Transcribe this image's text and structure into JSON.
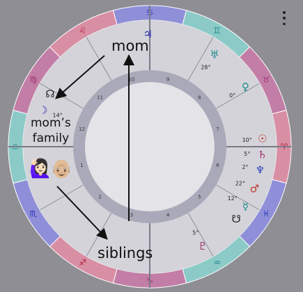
{
  "signs": [
    {
      "name": "Cancer",
      "glyph": "♋",
      "color": "#2b2bb8",
      "bg": "#8f8fd9",
      "from": 75,
      "to": 105
    },
    {
      "name": "Gemini",
      "glyph": "♊",
      "color": "#1f8c8c",
      "bg": "#8ccac7",
      "from": 45,
      "to": 75
    },
    {
      "name": "Taurus",
      "glyph": "♉",
      "color": "#a0306a",
      "bg": "#c27ea6",
      "from": 15,
      "to": 45
    },
    {
      "name": "Aries",
      "glyph": "♈",
      "color": "#b31e3a",
      "bg": "#d88ea3",
      "from": -15,
      "to": 15
    },
    {
      "name": "Pisces",
      "glyph": "♓",
      "color": "#2c3fb8",
      "bg": "#8f8fd9",
      "from": -45,
      "to": -15
    },
    {
      "name": "Aquarius",
      "glyph": "♒",
      "color": "#1f8c8c",
      "bg": "#8ccac7",
      "from": -75,
      "to": -45
    },
    {
      "name": "Capricorn",
      "glyph": "♑",
      "color": "#a0306a",
      "bg": "#c27ea6",
      "from": -105,
      "to": -75
    },
    {
      "name": "Sagittarius",
      "glyph": "♐",
      "color": "#b31e3a",
      "bg": "#d88ea3",
      "from": -135,
      "to": -105
    },
    {
      "name": "Scorpio",
      "glyph": "♏",
      "color": "#2b2bb8",
      "bg": "#8f8fd9",
      "from": -165,
      "to": -135
    },
    {
      "name": "Libra",
      "glyph": "♎",
      "color": "#1f8c8c",
      "bg": "#8ccac7",
      "from": 165,
      "to": 195
    },
    {
      "name": "Virgo",
      "glyph": "♍",
      "color": "#a0306a",
      "bg": "#c27ea6",
      "from": 135,
      "to": 165
    },
    {
      "name": "Leo",
      "glyph": "♌",
      "color": "#b31e3a",
      "bg": "#d88ea3",
      "from": 105,
      "to": 135
    }
  ],
  "houses": [
    {
      "n": "1",
      "mid": 195
    },
    {
      "n": "2",
      "mid": 225
    },
    {
      "n": "3",
      "mid": 255
    },
    {
      "n": "4",
      "mid": 285
    },
    {
      "n": "5",
      "mid": 315
    },
    {
      "n": "6",
      "mid": 345
    },
    {
      "n": "7",
      "mid": 15
    },
    {
      "n": "8",
      "mid": 45
    },
    {
      "n": "9",
      "mid": 75
    },
    {
      "n": "10",
      "mid": 105
    },
    {
      "n": "11",
      "mid": 135
    },
    {
      "n": "12",
      "mid": 165
    }
  ],
  "planets": [
    {
      "name": "Jupiter",
      "glyph": "♃",
      "deg": "",
      "color": "#2b2bb8",
      "ang": 91
    },
    {
      "name": "Uranus",
      "glyph": "♅",
      "deg": "28°",
      "color": "#1f8c8c",
      "ang": 55
    },
    {
      "name": "Venus",
      "glyph": "♀",
      "deg": "0°",
      "color": "#1f8c8c",
      "ang": 32
    },
    {
      "name": "Sun",
      "glyph": "☉",
      "deg": "10°",
      "color": "#c0392b",
      "ang": 4
    },
    {
      "name": "Saturn",
      "glyph": "♄",
      "deg": "5°",
      "color": "#a0306a",
      "ang": -4
    },
    {
      "name": "Neptune",
      "glyph": "♆",
      "deg": "2°",
      "color": "#2c3fb8",
      "ang": -12
    },
    {
      "name": "Mars",
      "glyph": "♂",
      "deg": "22°",
      "color": "#c0392b",
      "ang": -22
    },
    {
      "name": "Mercury",
      "glyph": "☿",
      "deg": "12°",
      "color": "#1f8c8c",
      "ang": -32
    },
    {
      "name": "South Node",
      "glyph": "☋",
      "deg": "",
      "color": "#222222",
      "ang": -40
    },
    {
      "name": "Pluto",
      "glyph": "♇",
      "deg": "5°",
      "color": "#a0306a",
      "ang": -62
    },
    {
      "name": "Moon",
      "glyph": "☽",
      "deg": "14°",
      "color": "#2b2bb8",
      "ang": 161
    },
    {
      "name": "North Node",
      "glyph": "☊",
      "deg": "",
      "color": "#222222",
      "ang": 152
    }
  ],
  "annotations": {
    "mom": "mom",
    "family_line1": "mom’s",
    "family_line2": "family",
    "siblings": "siblings",
    "emoji": "🙋🏻‍♀️👴🏼"
  }
}
